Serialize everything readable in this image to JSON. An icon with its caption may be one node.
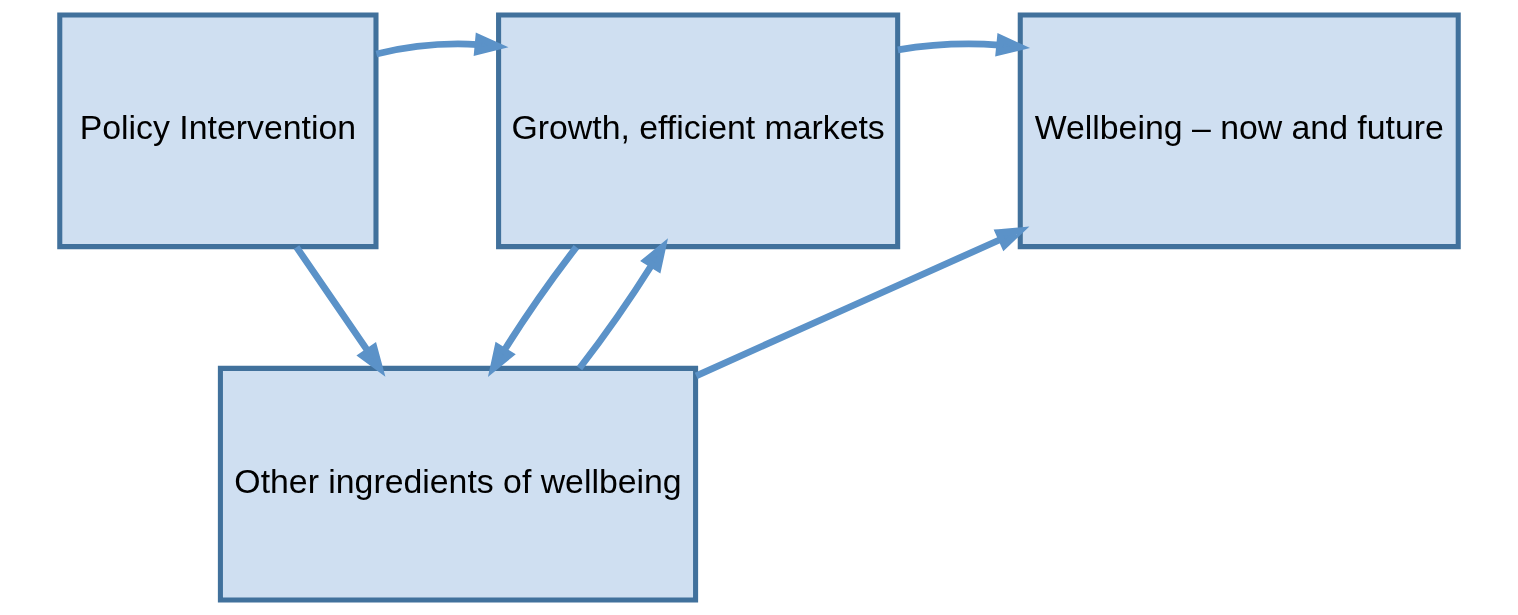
{
  "diagram": {
    "nodes": [
      {
        "text": [
          "Policy Intervention"
        ]
      },
      {
        "text": [
          "Growth, efficient markets"
        ]
      },
      {
        "text": [
          "Wellbeing – now and future"
        ]
      },
      {
        "text": [
          "Other ingredients of wellbeing"
        ]
      }
    ],
    "edges": [
      {
        "from": 0,
        "to": 1,
        "arrow": "to"
      },
      {
        "from": 1,
        "to": 2,
        "arrow": "to"
      },
      {
        "from": 0,
        "to": 3,
        "arrow": "to"
      },
      {
        "from": 3,
        "to": 1,
        "arrow": "to"
      },
      {
        "from": 1,
        "to": 3,
        "arrow": "to"
      },
      {
        "from": 3,
        "to": 2,
        "arrow": "to"
      }
    ]
  }
}
